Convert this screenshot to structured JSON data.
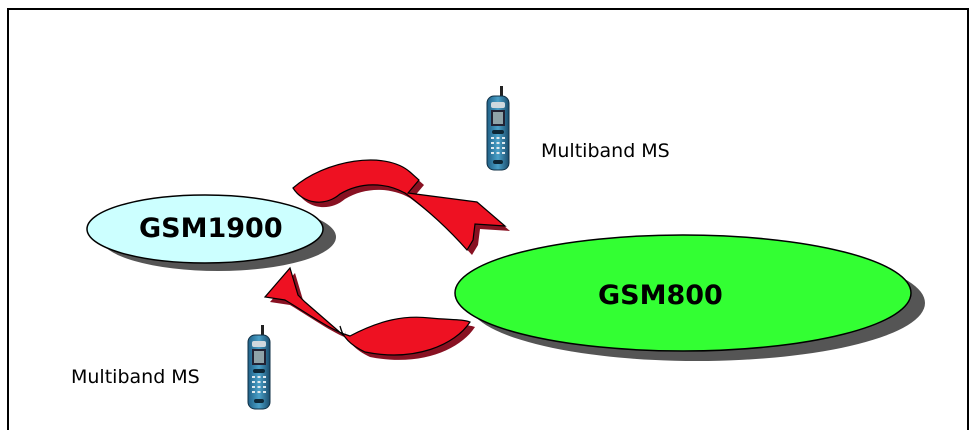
{
  "diagram": {
    "networks": [
      {
        "name": "GSM1900",
        "fill": "#ccffff"
      },
      {
        "name": "GSM800",
        "fill": "#33ff33"
      }
    ],
    "mobile_stations": [
      {
        "label": "Multiband MS"
      },
      {
        "label": "Multiband MS"
      }
    ],
    "arrow_color": "#ee1122",
    "icons": [
      "mobile-phone-icon",
      "handover-arrow"
    ]
  }
}
